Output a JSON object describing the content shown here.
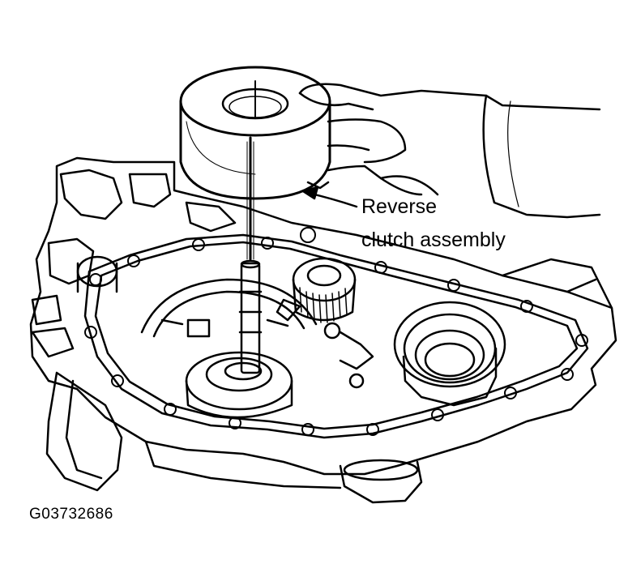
{
  "callout": {
    "line1": "Reverse",
    "line2": "clutch assembly"
  },
  "figure_id": "G03732686",
  "colors": {
    "ink": "#000000",
    "paper": "#ffffff"
  }
}
